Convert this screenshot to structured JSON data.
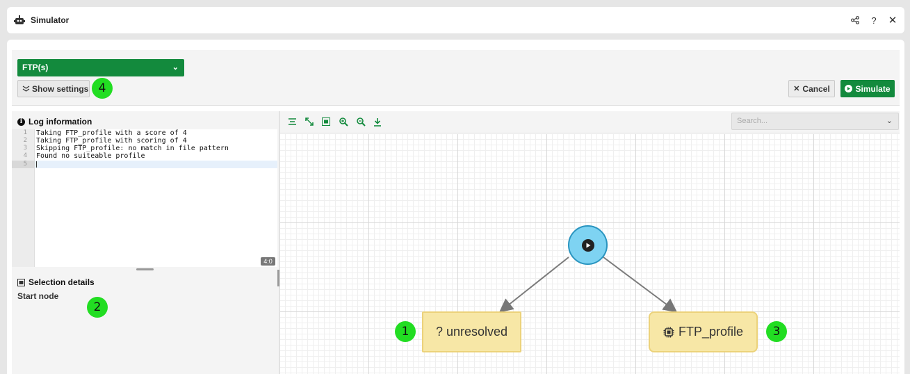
{
  "window": {
    "title": "Simulator",
    "icons": [
      "robot-icon",
      "share-icon",
      "help-icon",
      "close-icon"
    ],
    "help_glyph": "?",
    "close_glyph": "✕"
  },
  "toolbar": {
    "protocol_selected": "FTP(s)",
    "show_settings_label": "Show settings",
    "cancel_label": "Cancel",
    "simulate_label": "Simulate"
  },
  "markers": {
    "m1": "1",
    "m2": "2",
    "m3": "3",
    "m4": "4"
  },
  "log": {
    "title": "Log information",
    "lines": [
      {
        "num": "1",
        "text": "Taking FTP_profile with a score of 4"
      },
      {
        "num": "2",
        "text": "Taking FTP_profile with scoring of 4"
      },
      {
        "num": "3",
        "text": "Skipping FTP_profile: no match in file pattern"
      },
      {
        "num": "4",
        "text": "Found no suiteable profile"
      },
      {
        "num": "5",
        "text": ""
      }
    ],
    "cursor_position": "4:0"
  },
  "selection": {
    "title": "Selection details",
    "node_name": "Start node"
  },
  "canvas": {
    "tools": [
      "align-icon",
      "fit-icon",
      "fit-selection-icon",
      "zoom-in-icon",
      "zoom-out-icon",
      "download-icon"
    ],
    "search_placeholder": "Search...",
    "nodes": {
      "start": "start-node",
      "unresolved_label": "? unresolved",
      "ftp_label": "FTP_profile"
    }
  },
  "colors": {
    "accent": "#138a3d",
    "marker": "#22dd22",
    "start_node": "#7ed3f2",
    "profile_node": "#f7e7a6"
  }
}
